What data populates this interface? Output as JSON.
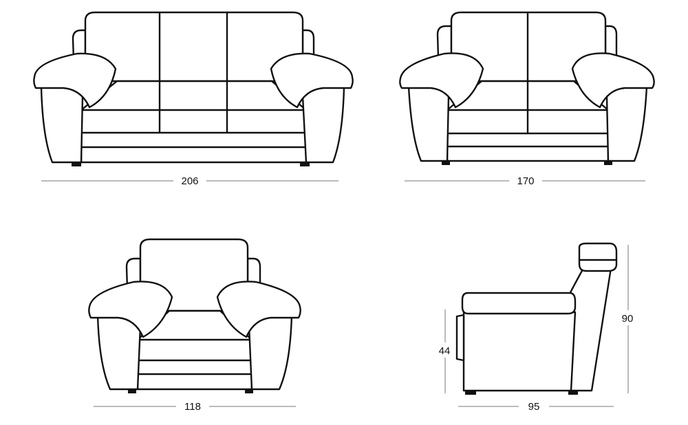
{
  "views": {
    "sofa3_width": "206",
    "sofa2_width": "170",
    "armchair_width": "118",
    "side_depth": "95",
    "side_height": "90",
    "side_seat_height": "44"
  }
}
